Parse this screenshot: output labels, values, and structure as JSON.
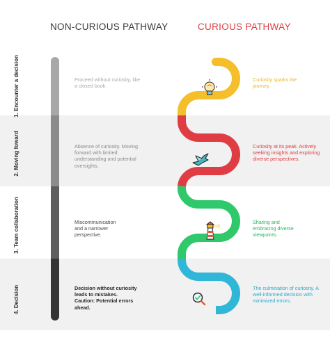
{
  "headers": {
    "non_curious": "NON-CURIOUS PATHWAY",
    "curious": "CURIOUS PATHWAY"
  },
  "colors": {
    "stage1": "#f5be2b",
    "stage2": "#e03c43",
    "stage3": "#2fc96c",
    "stage4": "#30b7d8",
    "grey1": "#a8a8a8",
    "grey2": "#8c8c8c",
    "grey3": "#5e5e5e",
    "grey4": "#343434"
  },
  "stages": [
    {
      "label": "1. Encounter a decision",
      "non_curious": "Proceed without curiosity, like a closed book.",
      "curious": "Curiosity sparks the journey.",
      "icon": "lightbulb-icon"
    },
    {
      "label": "2. Moving foward",
      "non_curious": "Absence of curiosity. Moving forward with limited understanding and potential oversights.",
      "curious": "Curiosity at its peak. Actively seeking insights and exploring diverse perspectives.",
      "icon": "bird-icon"
    },
    {
      "label": "3. Team collaboration",
      "non_curious": "Miscommunication and a narrower perspective.",
      "curious": "Sharing and embracing diverse viewpoints.",
      "icon": "lighthouse-icon"
    },
    {
      "label": "4. Decision",
      "non_curious": "Decision without curiosity leads to mistakes. Caution: Potential errors ahead.",
      "curious": "The culmination of curiosity. A well-informed decision with minimized errors.",
      "icon": "magnifier-check-icon"
    }
  ]
}
